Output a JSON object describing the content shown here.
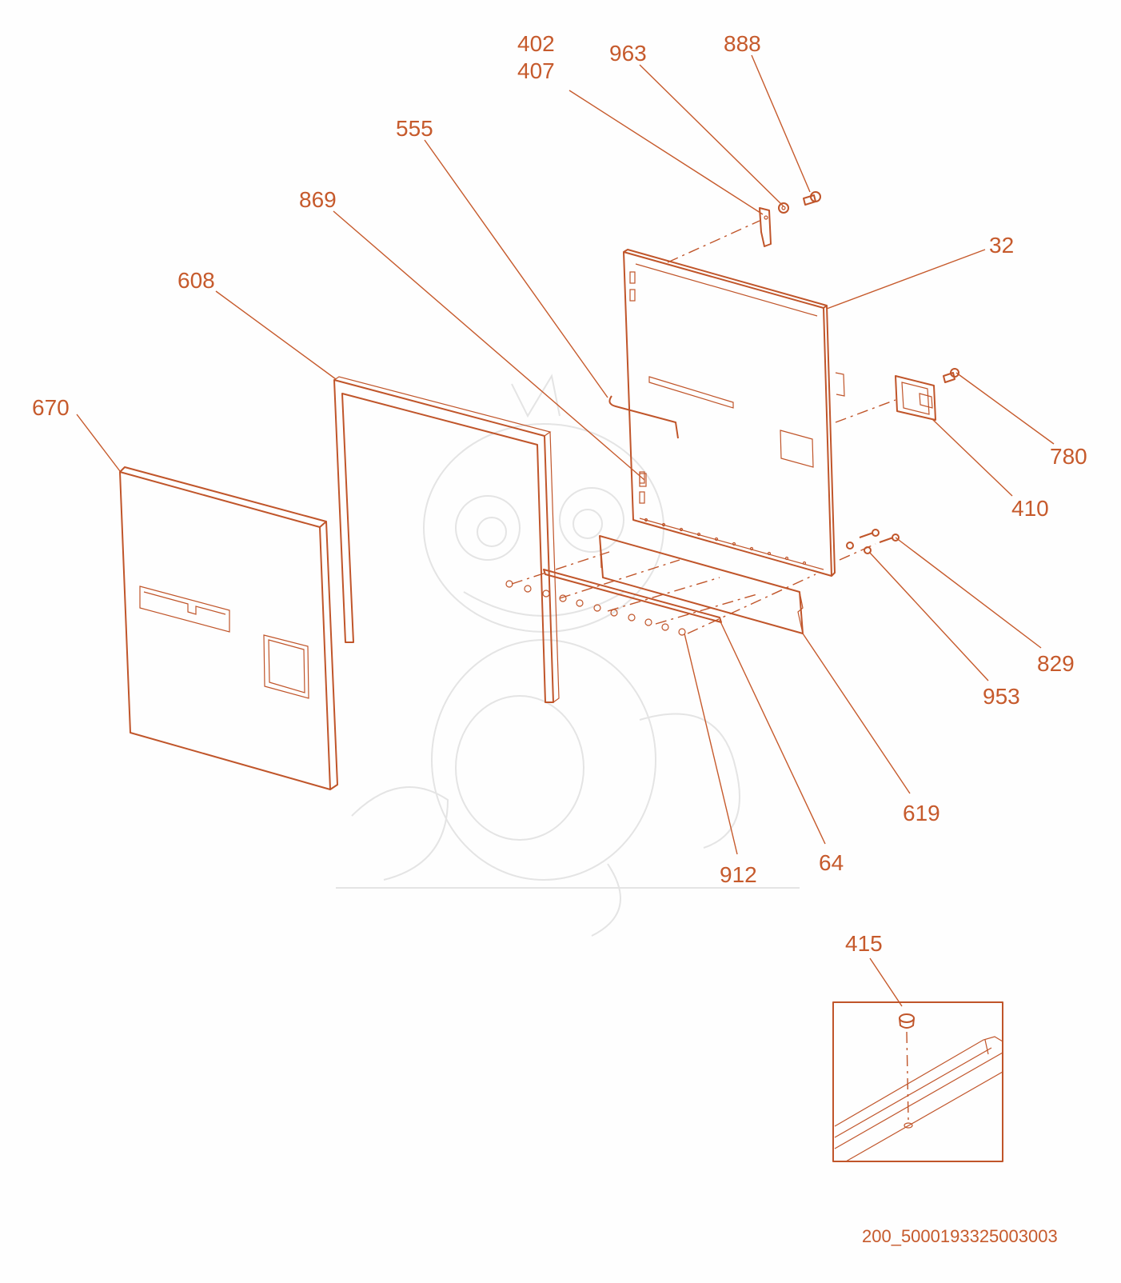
{
  "diagram": {
    "part_labels": [
      "402",
      "407",
      "963",
      "888",
      "555",
      "869",
      "32",
      "608",
      "670",
      "780",
      "410",
      "829",
      "953",
      "619",
      "64",
      "912",
      "415"
    ],
    "document_id": "200_5000193325003003"
  },
  "colors": {
    "accent": "#c65a2c",
    "background": "#fefefe",
    "watermark": "#e4e4e4"
  }
}
